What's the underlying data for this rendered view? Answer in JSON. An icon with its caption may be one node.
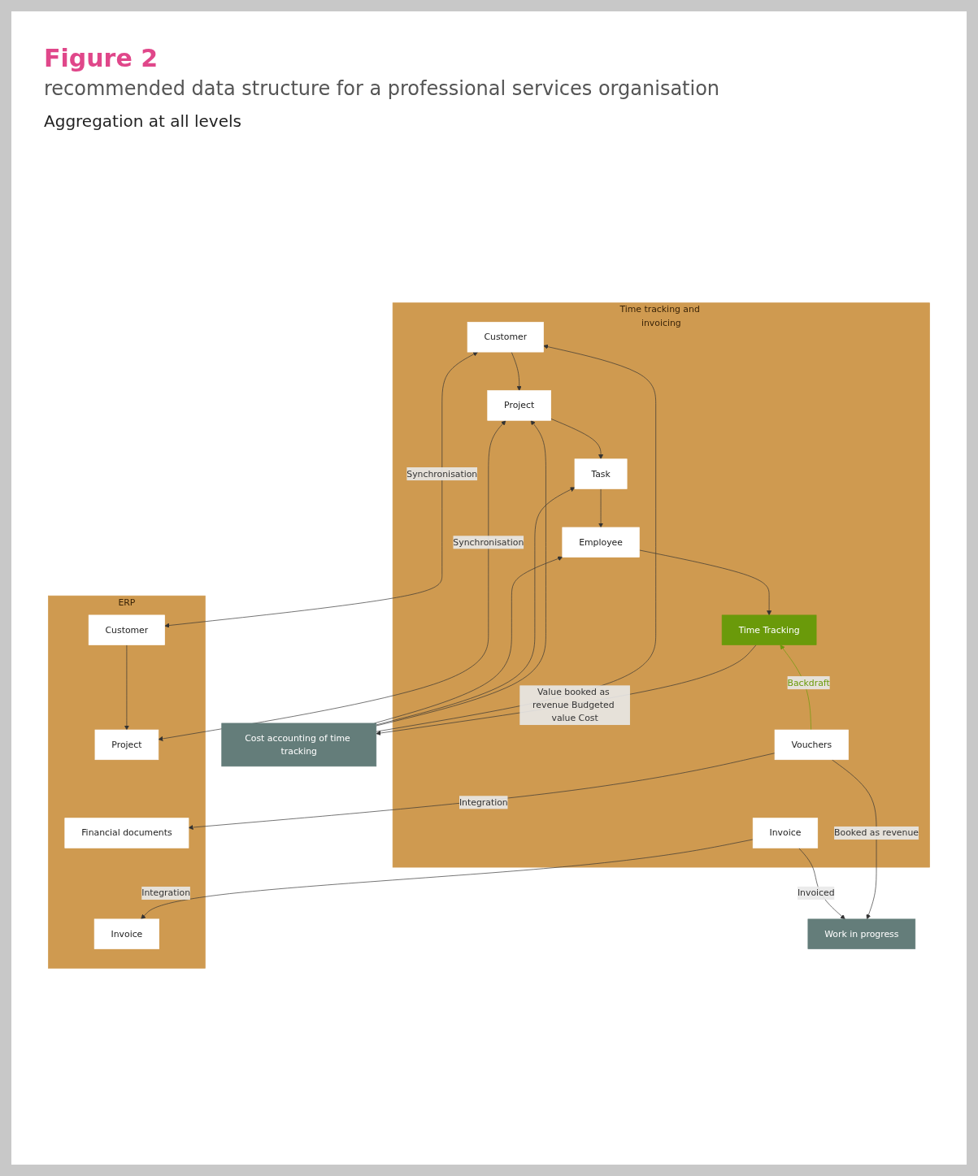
{
  "diagram": {
    "title": "Figure 2",
    "caption": "recommended data structure for a professional services organisation",
    "nodes": [
      {
        "text": [
          "Time tracking and invoicing"
        ]
      },
      {
        "text": [
          "Customer"
        ],
        "in": 0
      },
      {
        "text": [
          "Project"
        ],
        "in": 0
      },
      {
        "text": [
          "Task"
        ],
        "in": 0
      },
      {
        "text": [
          "Employee"
        ],
        "in": 0
      },
      {
        "text": [
          "Time Tracking"
        ],
        "in": 0
      },
      {
        "text": [
          "Vouchers"
        ],
        "in": 0
      },
      {
        "text": [
          "Invoice"
        ],
        "in": 0
      },
      {
        "text": [
          "ERP"
        ]
      },
      {
        "text": [
          "Customer"
        ],
        "in": 8
      },
      {
        "text": [
          "Project"
        ],
        "in": 8
      },
      {
        "text": [
          "Financial documents"
        ],
        "in": 8
      },
      {
        "text": [
          "Invoice"
        ],
        "in": 8
      },
      {
        "text": [
          "Cost accounting of time tracking"
        ]
      },
      {
        "text": [
          "Work in progress"
        ]
      }
    ],
    "edges": [
      {
        "from": 1,
        "to": 2,
        "arrow": "to"
      },
      {
        "from": 2,
        "to": 3,
        "arrow": "to"
      },
      {
        "from": 3,
        "to": 4,
        "arrow": "to"
      },
      {
        "from": 4,
        "to": 5,
        "arrow": "to"
      },
      {
        "from": 9,
        "to": 10,
        "arrow": "to"
      },
      {
        "from": 1,
        "to": 9,
        "arrow": "both",
        "label": "Synchronisation"
      },
      {
        "from": 2,
        "to": 10,
        "arrow": "both",
        "label": "Synchronisation"
      },
      {
        "from": 13,
        "to": 1,
        "arrow": "to"
      },
      {
        "from": 13,
        "to": 2,
        "arrow": "to"
      },
      {
        "from": 13,
        "to": 3,
        "arrow": "to"
      },
      {
        "from": 13,
        "to": 4,
        "arrow": "to"
      },
      {
        "from": 5,
        "to": 13,
        "arrow": "to",
        "label": "Value booked as revenue Budgeted value Cost"
      },
      {
        "from": 6,
        "to": 5,
        "arrow": "to",
        "label": "Backdraft",
        "color": "#6a9a0a"
      },
      {
        "from": 6,
        "to": 11,
        "arrow": "to",
        "label": "Integration"
      },
      {
        "from": 7,
        "to": 12,
        "arrow": "to",
        "label": "Integration"
      },
      {
        "from": 6,
        "to": 14,
        "arrow": "to",
        "label": "Booked as revenue"
      },
      {
        "from": 7,
        "to": 14,
        "arrow": "to",
        "label": "Invoiced"
      }
    ],
    "labels": [
      "Aggregation at all levels"
    ]
  }
}
